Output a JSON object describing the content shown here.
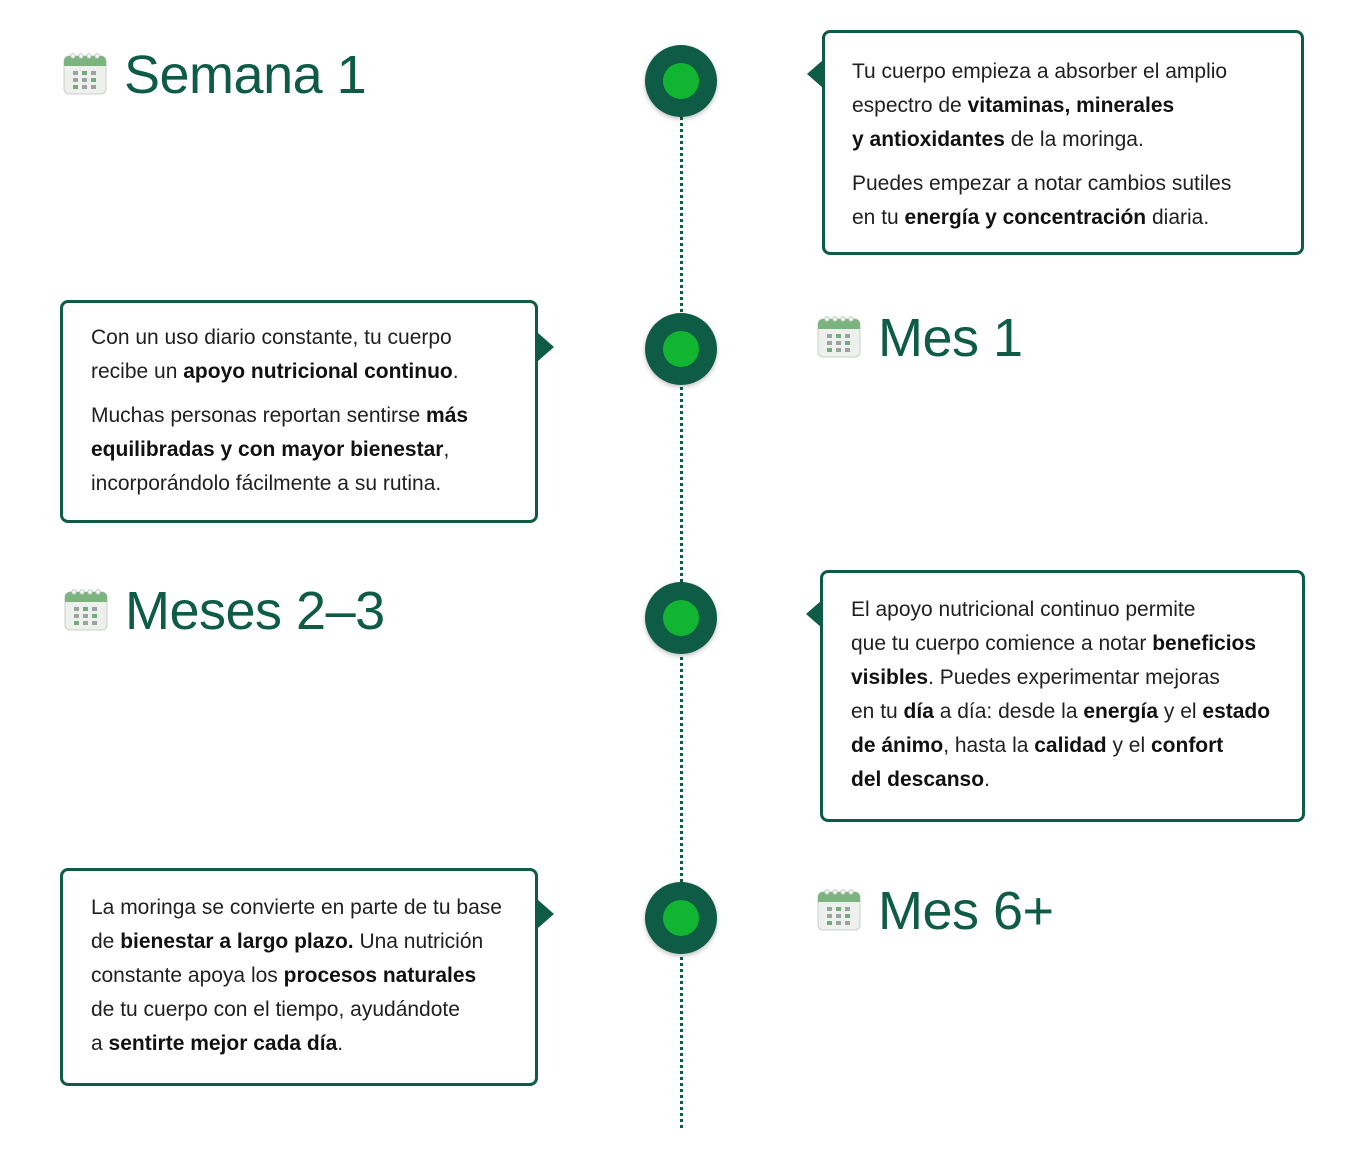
{
  "stages": [
    {
      "title": "Semana 1",
      "paragraphs": [
        [
          {
            "t": "Tu cuerpo empieza a absorber el amplio ",
            "b": false
          },
          {
            "t": "espectro de ",
            "b": false,
            "br": true
          },
          {
            "t": "vitaminas, minerales",
            "b": true
          },
          {
            "t": "y antioxidantes",
            "b": true,
            "br": true
          },
          {
            "t": " de la moringa.",
            "b": false
          }
        ],
        [
          {
            "t": "Puedes empezar a notar cambios sutiles ",
            "b": false
          },
          {
            "t": "en tu ",
            "b": false,
            "br": true
          },
          {
            "t": "energía y concentración",
            "b": true
          },
          {
            "t": " diaria.",
            "b": false
          }
        ]
      ]
    },
    {
      "title": "Mes 1",
      "paragraphs": [
        [
          {
            "t": "Con un uso diario constante, tu cuerpo ",
            "b": false
          },
          {
            "t": "recibe un ",
            "b": false,
            "br": true
          },
          {
            "t": "apoyo nutricional continuo",
            "b": true
          },
          {
            "t": ".",
            "b": false
          }
        ],
        [
          {
            "t": "Muchas personas reportan sentirse ",
            "b": false
          },
          {
            "t": "más",
            "b": true
          },
          {
            "t": "equilibradas y con mayor bienestar",
            "b": true,
            "br": true
          },
          {
            "t": ",",
            "b": false
          },
          {
            "t": "incorporándolo fácilmente a su rutina.",
            "b": false,
            "br": true
          }
        ]
      ]
    },
    {
      "title": "Meses 2–3",
      "paragraphs": [
        [
          {
            "t": "El apoyo nutricional continuo permite ",
            "b": false
          },
          {
            "t": "que tu cuerpo comience a notar ",
            "b": false,
            "br": true
          },
          {
            "t": "beneficios",
            "b": true
          },
          {
            "t": "visibles",
            "b": true,
            "br": true
          },
          {
            "t": ". Puedes experimentar mejoras ",
            "b": false
          },
          {
            "t": "en tu ",
            "b": false,
            "br": true
          },
          {
            "t": "día",
            "b": true
          },
          {
            "t": " a día: desde la ",
            "b": false
          },
          {
            "t": "energía",
            "b": true
          },
          {
            "t": " y el ",
            "b": false
          },
          {
            "t": "estado",
            "b": true
          },
          {
            "t": "de ánimo",
            "b": true,
            "br": true
          },
          {
            "t": ", hasta la ",
            "b": false
          },
          {
            "t": "calidad",
            "b": true
          },
          {
            "t": " y el ",
            "b": false
          },
          {
            "t": "confort",
            "b": true
          },
          {
            "t": "del descanso",
            "b": true,
            "br": true
          },
          {
            "t": ".",
            "b": false
          }
        ]
      ]
    },
    {
      "title": "Mes 6+",
      "paragraphs": [
        [
          {
            "t": "La moringa se convierte en parte de tu base ",
            "b": false
          },
          {
            "t": "de ",
            "b": false,
            "br": true
          },
          {
            "t": "bienestar a largo plazo.",
            "b": true
          },
          {
            "t": " Una nutrición ",
            "b": false
          },
          {
            "t": "constante apoya los ",
            "b": false,
            "br": true
          },
          {
            "t": "procesos naturales",
            "b": true
          },
          {
            "t": "de tu cuerpo con el  tiempo, ayudándote ",
            "b": false,
            "br": true
          },
          {
            "t": "a ",
            "b": false,
            "br": true
          },
          {
            "t": "sentirte mejor cada día",
            "b": true
          },
          {
            "t": ".",
            "b": false
          }
        ]
      ]
    }
  ],
  "colors": {
    "primary": "#0e5c45",
    "accent": "#12b531"
  },
  "icon": "calendar-icon"
}
